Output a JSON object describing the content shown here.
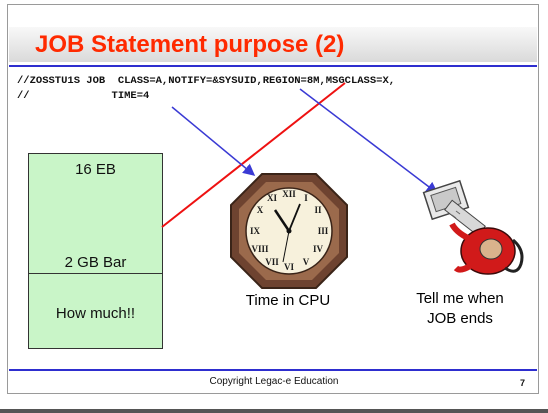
{
  "slide": {
    "title": "JOB Statement purpose (2)",
    "code_line_1": "//ZOSSTU1S JOB  CLASS=A,NOTIFY=&SYSUID,REGION=8M,MSGCLASS=X,",
    "code_line_2": "//             TIME=4",
    "memory": {
      "top_label": "16 EB",
      "bar_label": "2 GB Bar",
      "bottom_label": "How much!!"
    },
    "clock_caption": "Time in CPU",
    "notify_caption_line_1": "Tell me when",
    "notify_caption_line_2": "JOB ends",
    "footer": "Copyright Legac-e Education",
    "page_number": "7"
  },
  "icons": {
    "clock": "wall-clock-icon",
    "notify": "person-at-computer-icon"
  },
  "colors": {
    "title": "#ff2a00",
    "rule": "#2e2ecf",
    "memory_box": "#c9f5c8",
    "arrow_blue": "#3a3ad4",
    "arrow_red": "#ee1111",
    "clock_frame": "#6e4330"
  }
}
